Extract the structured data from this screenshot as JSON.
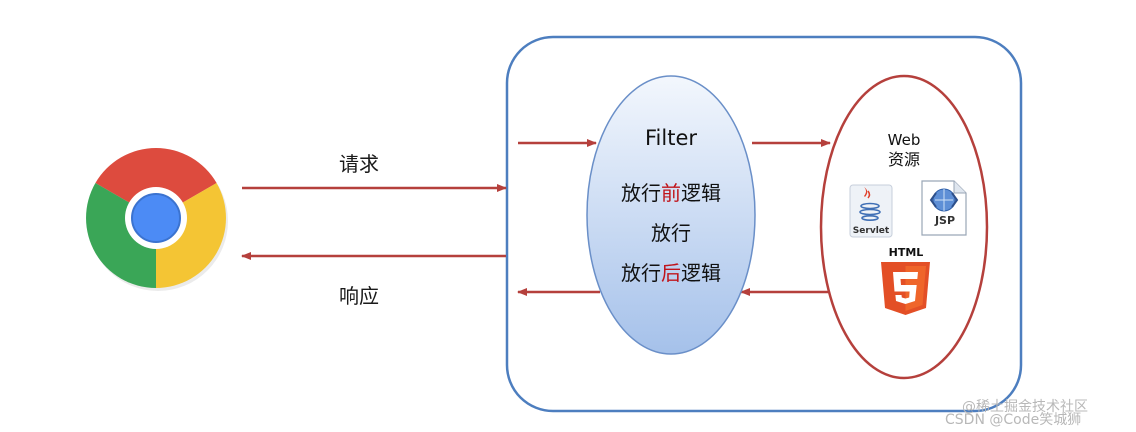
{
  "labels": {
    "request": "请求",
    "response": "响应"
  },
  "filter": {
    "title": "Filter",
    "pre_prefix": "放行",
    "pre_highlight": "前",
    "pre_suffix": "逻辑",
    "pass": "放行",
    "post_prefix": "放行",
    "post_highlight": "后",
    "post_suffix": "逻辑"
  },
  "web": {
    "title_line1": "Web",
    "title_line2": "资源",
    "servlet_label": "Servlet",
    "jsp_label": "JSP",
    "html_label": "HTML",
    "html_number": "5"
  },
  "watermark": {
    "line1": "@稀土掘金技术社区",
    "line2": "CSDN @Code笑城狮"
  },
  "icons": {
    "browser": "chrome-icon",
    "servlet": "java-servlet-icon",
    "jsp": "jsp-file-icon",
    "html": "html5-icon"
  },
  "colors": {
    "arrow": "#b5403c",
    "container_border": "#4d7ebf",
    "filter_fill_top": "#f2f6fd",
    "filter_fill_bottom": "#a7c3ec",
    "web_border": "#b5403c",
    "highlight_text": "#c0141b"
  }
}
